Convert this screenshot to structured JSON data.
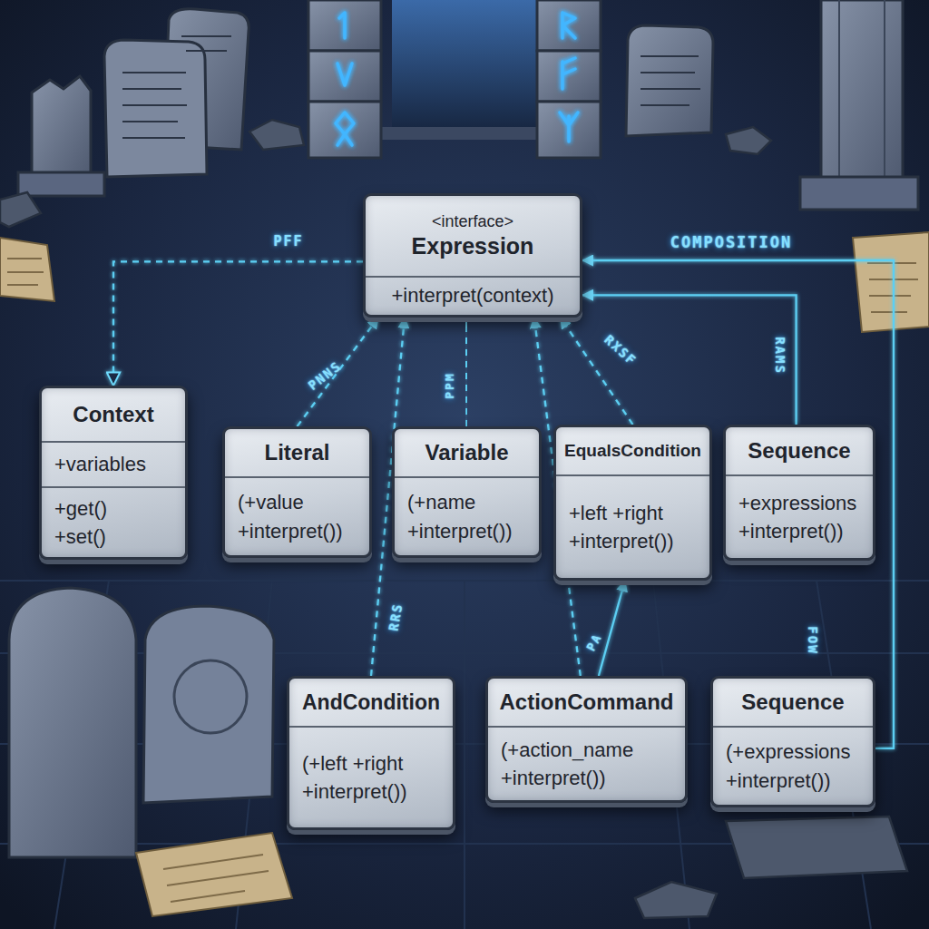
{
  "diagram": {
    "nodes": [
      {
        "text": [
          "<interface>",
          "Expression",
          "+interpret(context)"
        ]
      },
      {
        "text": [
          "Context",
          "+variables",
          "+get() +set()"
        ]
      },
      {
        "text": [
          "Literal",
          "(+value +interpret())"
        ]
      },
      {
        "text": [
          "Variable",
          "(+name +interpret())"
        ]
      },
      {
        "text": [
          "EqualsCondition",
          "+left +right +interpret())"
        ]
      },
      {
        "text": [
          "Sequence",
          "+expressions +interpret())"
        ]
      },
      {
        "text": [
          "AndCondition",
          "(+left +right +interpret())"
        ]
      },
      {
        "text": [
          "ActionCommand",
          "(+action_name +interpret())"
        ]
      },
      {
        "text": [
          "Sequence",
          "(+expressions +interpret())"
        ]
      }
    ],
    "edges": [
      {
        "from": 0,
        "to": 1,
        "arrow": "to",
        "label": "PFF"
      },
      {
        "from": 2,
        "to": 0,
        "arrow": "to",
        "label": "PNNS"
      },
      {
        "from": 3,
        "to": 0,
        "arrow": "to",
        "label": "PPM"
      },
      {
        "from": 6,
        "to": 0,
        "arrow": "to",
        "label": "RRS"
      },
      {
        "from": 4,
        "to": 0,
        "arrow": "to",
        "label": "RXSF"
      },
      {
        "from": 7,
        "to": 0,
        "arrow": "to"
      },
      {
        "from": 7,
        "to": 4,
        "arrow": "to",
        "label": "PA"
      },
      {
        "from": 5,
        "to": 0,
        "arrow": "to",
        "label": "RAMS"
      },
      {
        "from": 8,
        "to": 5,
        "arrow": "to",
        "label": "FOW"
      },
      {
        "from": 8,
        "to": 0,
        "arrow": "to",
        "label": "COMPOSITION"
      }
    ]
  }
}
